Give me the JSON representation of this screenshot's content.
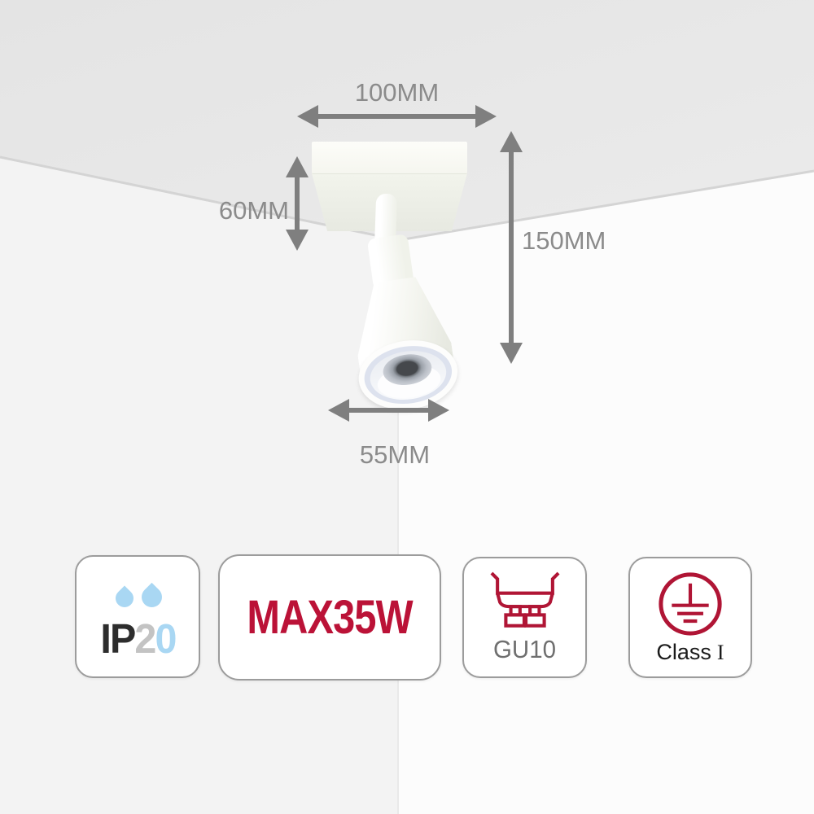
{
  "diagram": {
    "dim_width": "100MM",
    "dim_height": "60MM",
    "dim_drop": "150MM",
    "dim_head": "55MM"
  },
  "badges": {
    "ip": {
      "prefix": "IP",
      "digit_first": "2",
      "digit_second": "0"
    },
    "wattage": {
      "label": "MAX35W"
    },
    "cap": {
      "label": "GU10"
    },
    "protection": {
      "word": "Class",
      "numeral": "I"
    }
  },
  "icons": [
    "water-drops-icon",
    "gu10-bulb-icon",
    "earth-ground-icon"
  ],
  "colors": {
    "accent_red": "#bb1237",
    "drop_blue": "#a9d7f3",
    "dimension_gray": "#8b8b8b",
    "arrow_gray": "#7f7f7f",
    "ceiling_gray": "#e8e8e8",
    "left_wall_gray": "#f3f3f3"
  }
}
